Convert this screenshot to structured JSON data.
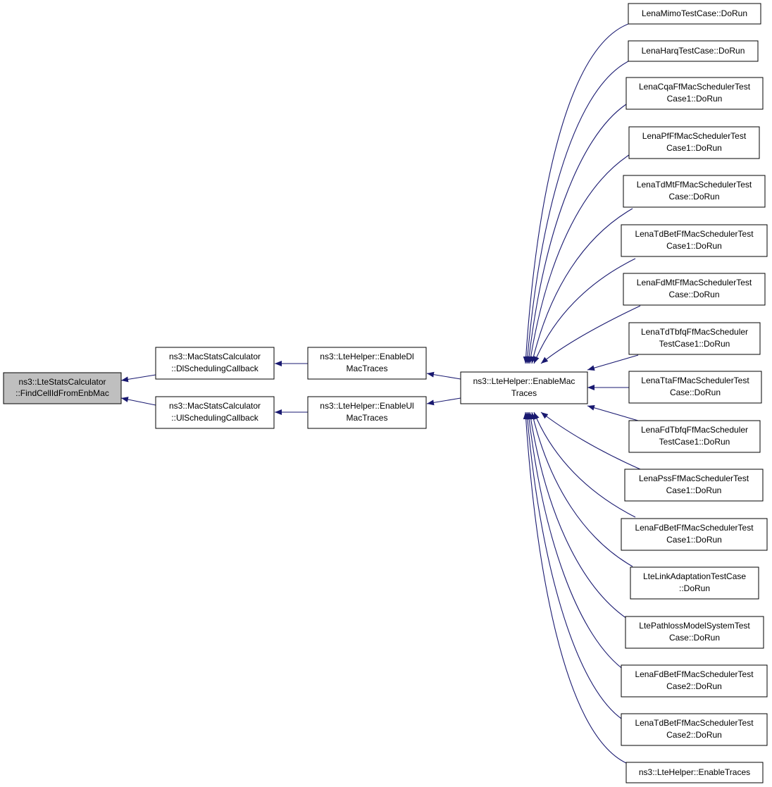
{
  "diagram": {
    "type": "call-graph",
    "colors": {
      "edge": "#191970",
      "root_fill": "#bfbfbf",
      "node_fill": "#ffffff",
      "node_border": "#000000"
    },
    "nodes": {
      "root": {
        "lines": [
          "ns3::LteStatsCalculator",
          "::FindCellIdFromEnbMac"
        ]
      },
      "dlsched": {
        "lines": [
          "ns3::MacStatsCalculator",
          "::DlSchedulingCallback"
        ]
      },
      "ulsched": {
        "lines": [
          "ns3::MacStatsCalculator",
          "::UlSchedulingCallback"
        ]
      },
      "enabledl": {
        "lines": [
          "ns3::LteHelper::EnableDl",
          "MacTraces"
        ]
      },
      "enableul": {
        "lines": [
          "ns3::LteHelper::EnableUl",
          "MacTraces"
        ]
      },
      "enablemac": {
        "lines": [
          "ns3::LteHelper::EnableMac",
          "Traces"
        ]
      },
      "c1": {
        "lines": [
          "LenaMimoTestCase::DoRun"
        ]
      },
      "c2": {
        "lines": [
          "LenaHarqTestCase::DoRun"
        ]
      },
      "c3": {
        "lines": [
          "LenaCqaFfMacSchedulerTest",
          "Case1::DoRun"
        ]
      },
      "c4": {
        "lines": [
          "LenaPfFfMacSchedulerTest",
          "Case1::DoRun"
        ]
      },
      "c5": {
        "lines": [
          "LenaTdMtFfMacSchedulerTest",
          "Case::DoRun"
        ]
      },
      "c6": {
        "lines": [
          "LenaTdBetFfMacSchedulerTest",
          "Case1::DoRun"
        ]
      },
      "c7": {
        "lines": [
          "LenaFdMtFfMacSchedulerTest",
          "Case::DoRun"
        ]
      },
      "c8": {
        "lines": [
          "LenaTdTbfqFfMacScheduler",
          "TestCase1::DoRun"
        ]
      },
      "c9": {
        "lines": [
          "LenaTtaFfMacSchedulerTest",
          "Case::DoRun"
        ]
      },
      "c10": {
        "lines": [
          "LenaFdTbfqFfMacScheduler",
          "TestCase1::DoRun"
        ]
      },
      "c11": {
        "lines": [
          "LenaPssFfMacSchedulerTest",
          "Case1::DoRun"
        ]
      },
      "c12": {
        "lines": [
          "LenaFdBetFfMacSchedulerTest",
          "Case1::DoRun"
        ]
      },
      "c13": {
        "lines": [
          "LteLinkAdaptationTestCase",
          "::DoRun"
        ]
      },
      "c14": {
        "lines": [
          "LtePathlossModelSystemTest",
          "Case::DoRun"
        ]
      },
      "c15": {
        "lines": [
          "LenaFdBetFfMacSchedulerTest",
          "Case2::DoRun"
        ]
      },
      "c16": {
        "lines": [
          "LenaTdBetFfMacSchedulerTest",
          "Case2::DoRun"
        ]
      },
      "c17": {
        "lines": [
          "ns3::LteHelper::EnableTraces"
        ]
      }
    },
    "edges": [
      [
        "dlsched",
        "root"
      ],
      [
        "ulsched",
        "root"
      ],
      [
        "enabledl",
        "dlsched"
      ],
      [
        "enableul",
        "ulsched"
      ],
      [
        "enablemac",
        "enabledl"
      ],
      [
        "enablemac",
        "enableul"
      ],
      [
        "c1",
        "enablemac"
      ],
      [
        "c2",
        "enablemac"
      ],
      [
        "c3",
        "enablemac"
      ],
      [
        "c4",
        "enablemac"
      ],
      [
        "c5",
        "enablemac"
      ],
      [
        "c6",
        "enablemac"
      ],
      [
        "c7",
        "enablemac"
      ],
      [
        "c8",
        "enablemac"
      ],
      [
        "c9",
        "enablemac"
      ],
      [
        "c10",
        "enablemac"
      ],
      [
        "c11",
        "enablemac"
      ],
      [
        "c12",
        "enablemac"
      ],
      [
        "c13",
        "enablemac"
      ],
      [
        "c14",
        "enablemac"
      ],
      [
        "c15",
        "enablemac"
      ],
      [
        "c16",
        "enablemac"
      ],
      [
        "c17",
        "enablemac"
      ]
    ]
  }
}
